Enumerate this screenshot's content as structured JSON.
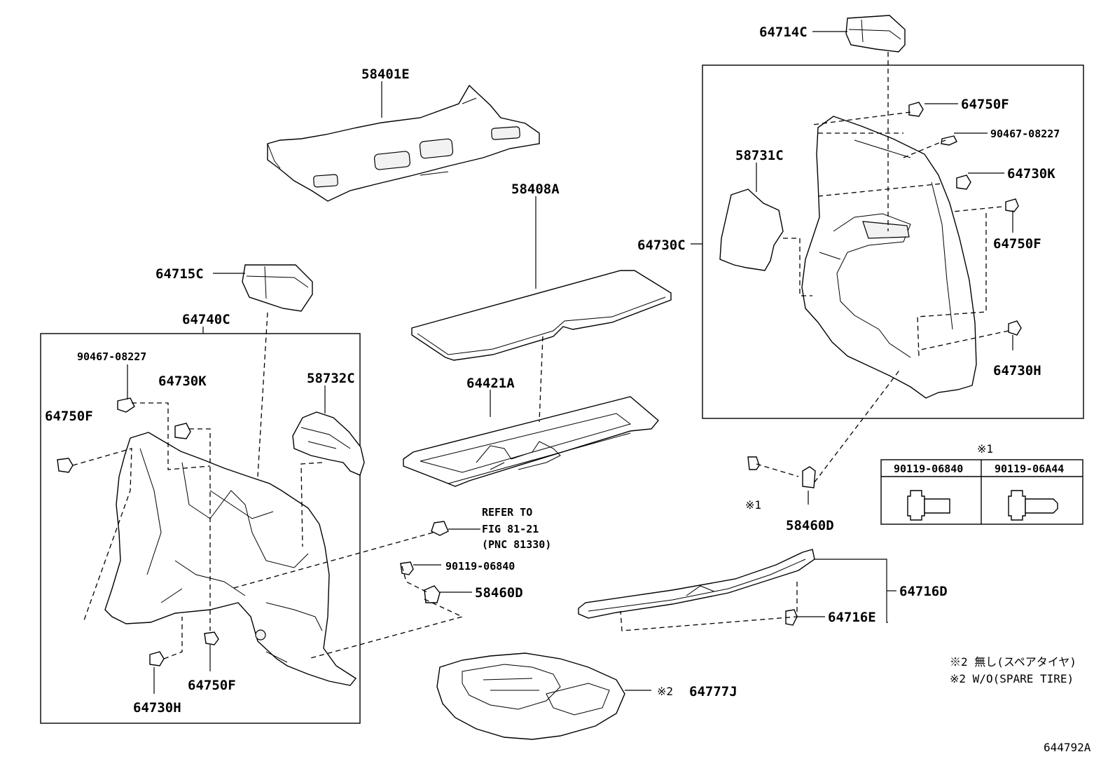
{
  "diagram_id": "644792A",
  "callouts": {
    "c_64714C": "64714C",
    "c_58401E": "58401E",
    "c_64750F_r1": "64750F",
    "c_90467_r": "90467-08227",
    "c_58731C": "58731C",
    "c_64730K_r": "64730K",
    "c_64730C": "64730C",
    "c_64750F_r2": "64750F",
    "c_58408A": "58408A",
    "c_64715C": "64715C",
    "c_64740C": "64740C",
    "c_64730H_r": "64730H",
    "c_90467_l": "90467-08227",
    "c_64730K_l": "64730K",
    "c_58732C": "58732C",
    "c_64421A": "64421A",
    "c_64750F_l1": "64750F",
    "c_58460D_r": "58460D",
    "c_note1_mark": "※1",
    "c_refer1": "REFER TO",
    "c_refer2": "FIG 81-21",
    "c_refer3": "(PNC 81330)",
    "c_90119_06840": "90119-06840",
    "c_58460D_c": "58460D",
    "c_64716D": "64716D",
    "c_64716E": "64716E",
    "c_64750F_l2": "64750F",
    "c_64730H_l": "64730H",
    "c_note2_mark": "※2",
    "c_64777J": "64777J"
  },
  "table": {
    "header_mark": "※1",
    "col1": "90119-06840",
    "col2": "90119-06A44"
  },
  "notes": {
    "jp": "※2 無し(スペアタイヤ)",
    "en": "※2 W/O(SPARE TIRE)"
  }
}
